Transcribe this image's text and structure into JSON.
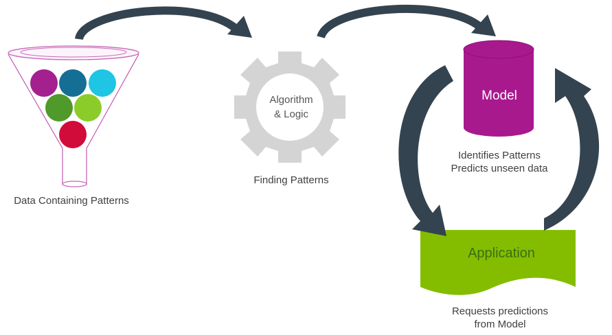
{
  "funnel": {
    "caption": "Data Containing Patterns",
    "ball_colors": [
      "#a3208e",
      "#156e94",
      "#1ec6e3",
      "#4f9a2a",
      "#8ccc2a",
      "#d10b3a"
    ]
  },
  "gear": {
    "line1": "Algorithm",
    "line2": "& Logic",
    "caption": "Finding Patterns",
    "color": "#d4d4d4"
  },
  "model": {
    "label": "Model",
    "line1": "Identifies Patterns",
    "line2": "Predicts unseen data",
    "color": "#a8198e"
  },
  "application": {
    "label": "Application",
    "line1": "Requests predictions",
    "line2": "from Model",
    "color": "#84bd00"
  },
  "arrow_color": "#344350"
}
